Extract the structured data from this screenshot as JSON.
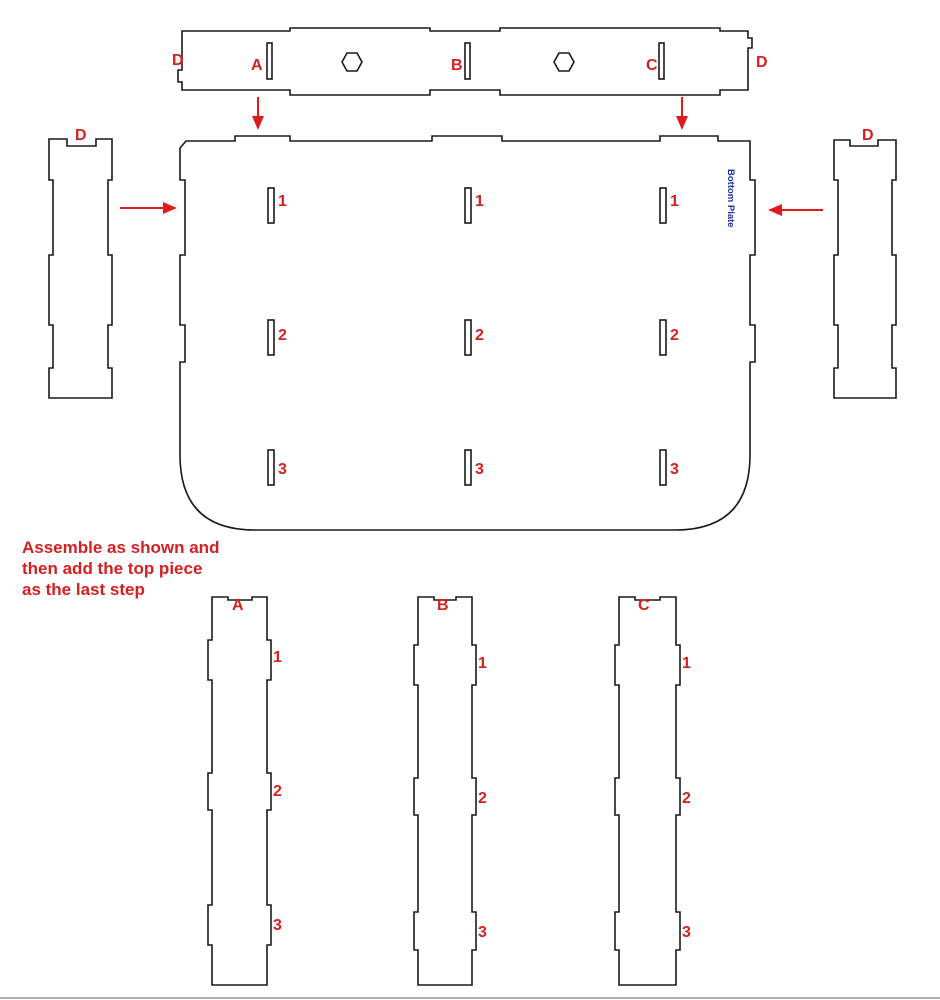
{
  "colors": {
    "outline": "#1a1a1a",
    "label": "#d42020",
    "arrow": "#e01b1b",
    "bottom_plate_text": "#1a2fa8"
  },
  "top_piece": {
    "edge_label_left": "D",
    "edge_label_right": "D",
    "slot_labels": [
      "A",
      "B",
      "C"
    ]
  },
  "side_pieces": {
    "label": "D"
  },
  "bottom_plate": {
    "label": "Bottom Plate",
    "slot_row_labels": [
      "1",
      "2",
      "3"
    ]
  },
  "instruction": [
    "Assemble as shown and",
    "then add the top piece",
    "as the last step"
  ],
  "legs": [
    {
      "label": "A",
      "notch_labels": [
        "1",
        "2",
        "3"
      ]
    },
    {
      "label": "B",
      "notch_labels": [
        "1",
        "2",
        "3"
      ]
    },
    {
      "label": "C",
      "notch_labels": [
        "1",
        "2",
        "3"
      ]
    }
  ]
}
